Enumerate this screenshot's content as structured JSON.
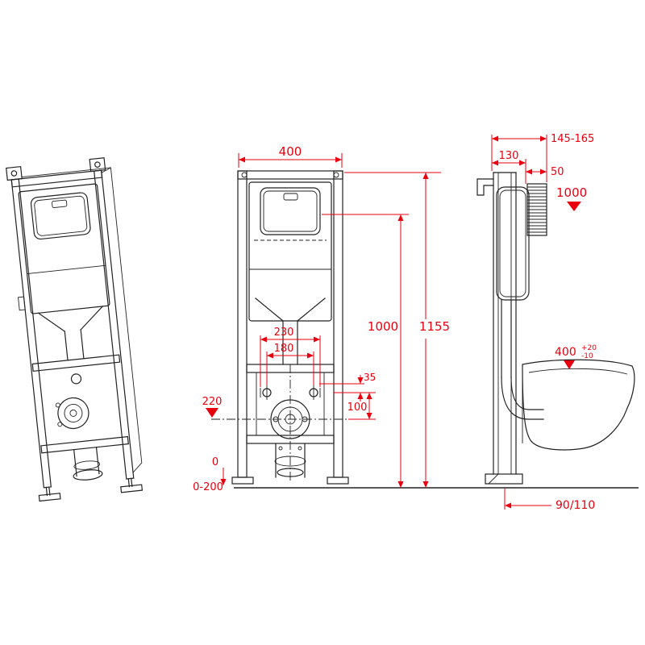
{
  "colors": {
    "line": "#222222",
    "dimension": "#e8000f",
    "background": "#ffffff"
  },
  "front_view": {
    "width": "400",
    "overall_height": "1155",
    "panel_height": "1000",
    "fixing_spacing_outer": "230",
    "fixing_spacing_inner": "180",
    "fixing_offset": "35",
    "fixing_to_outlet": "100",
    "outlet_level": "220",
    "foot_min": "0",
    "foot_range": "0-200"
  },
  "side_view": {
    "depth_range": "145-165",
    "frame_depth": "130",
    "wall_clearance": "50",
    "level_mark": "1000",
    "bowl_height": "400",
    "bowl_tol_plus": "+20",
    "bowl_tol_minus": "-10",
    "outlet_offset": "90/110"
  }
}
